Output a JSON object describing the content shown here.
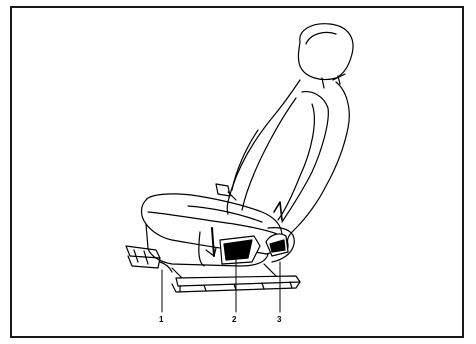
{
  "figure": {
    "callouts": [
      {
        "id": "1",
        "text": "1"
      },
      {
        "id": "2",
        "text": "2"
      },
      {
        "id": "3",
        "text": "3"
      }
    ]
  },
  "colors": {
    "line": "#000000",
    "frame": "#1a1a1a",
    "background": "#ffffff"
  }
}
